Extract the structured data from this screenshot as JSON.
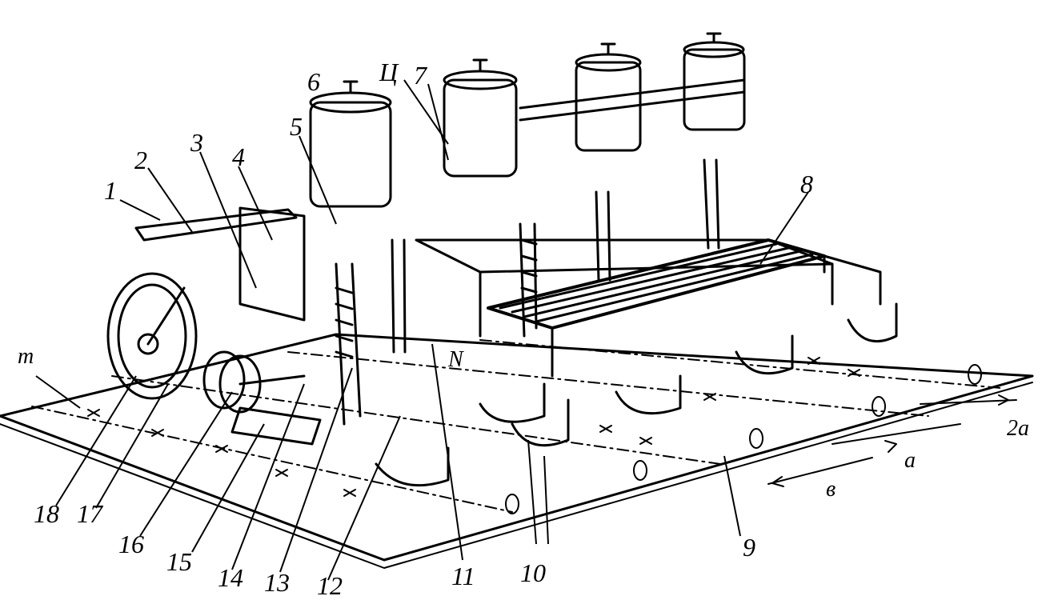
{
  "diagram": {
    "callouts": [
      "1",
      "2",
      "3",
      "4",
      "5",
      "6",
      "Ц",
      "7",
      "8",
      "9",
      "10",
      "11",
      "12",
      "13",
      "14",
      "15",
      "16",
      "17",
      "18"
    ],
    "field_marks": {
      "m": "m",
      "N": "N",
      "a": "a",
      "two_a": "2a",
      "b": "в"
    }
  },
  "colors": {
    "ink": "#000000",
    "paper": "#ffffff"
  },
  "icons": [
    "planter-machine-illustration"
  ]
}
